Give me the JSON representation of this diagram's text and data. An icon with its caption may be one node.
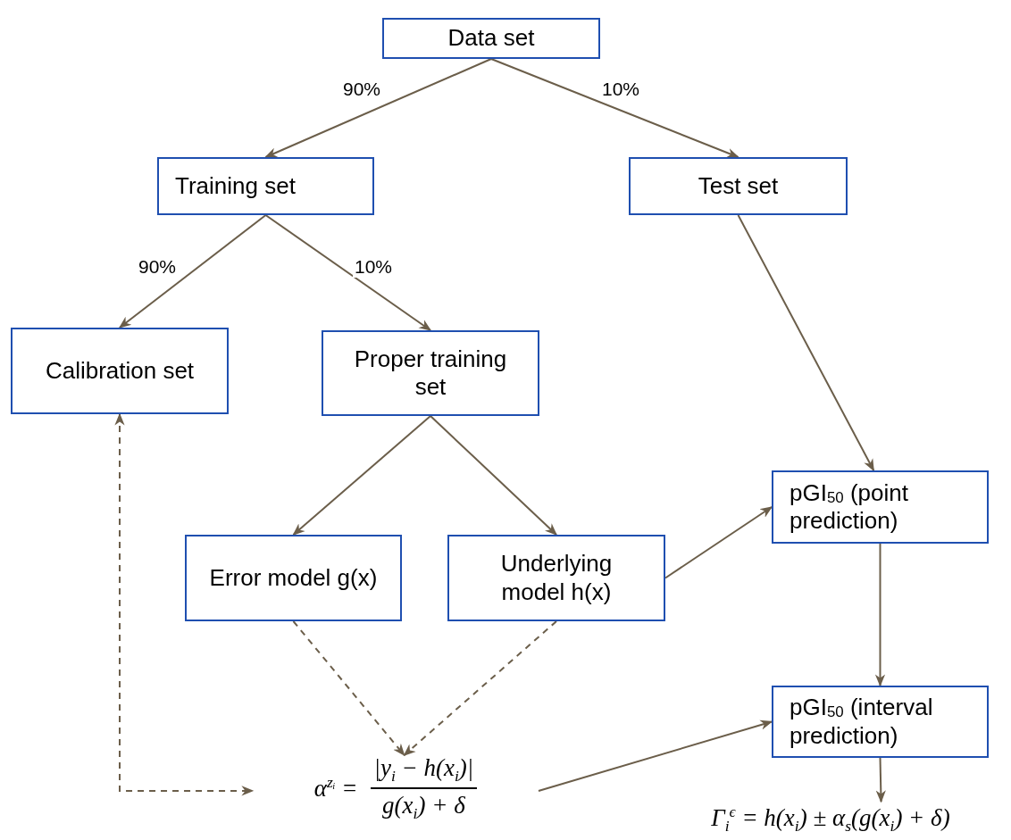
{
  "diagram": {
    "nodes": [
      {
        "text": [
          "Data set"
        ]
      },
      {
        "text": [
          "Training set"
        ]
      },
      {
        "text": [
          "Test set"
        ]
      },
      {
        "text": [
          "Calibration set"
        ]
      },
      {
        "text": [
          "Proper training set"
        ]
      },
      {
        "text": [
          "Error model g(x)"
        ]
      },
      {
        "text": [
          "Underlying model h(x)"
        ]
      },
      {
        "text": [
          "pGI$_{50}$ (point prediction)"
        ]
      },
      {
        "text": [
          "pGI$_{50}$ (interval prediction)"
        ]
      },
      {
        "text": [
          "α$^{zᵢ}$ =",
          "|y$_{i}$ − h(x$_{i}$)|",
          "g(x$_{i}$) + δ"
        ]
      },
      {
        "text": [
          "Γ$_{i}$$^{ϵ}$ = h(x$_{i}$) ± α$_{s}$(g(x$_{i}$) + δ)"
        ]
      }
    ],
    "edges": [
      {
        "from": 0,
        "to": 1,
        "arrow": "to",
        "label": "90%"
      },
      {
        "from": 0,
        "to": 2,
        "arrow": "to",
        "label": "10%"
      },
      {
        "from": 1,
        "to": 3,
        "arrow": "to",
        "label": "90%"
      },
      {
        "from": 1,
        "to": 4,
        "arrow": "to",
        "label": "10%"
      },
      {
        "from": 2,
        "to": 7,
        "arrow": "to"
      },
      {
        "from": 4,
        "to": 5,
        "arrow": "to"
      },
      {
        "from": 4,
        "to": 6,
        "arrow": "to"
      },
      {
        "from": 6,
        "to": 7,
        "arrow": "to"
      },
      {
        "from": 7,
        "to": 8,
        "arrow": "to"
      },
      {
        "from": 5,
        "to": 9,
        "arrow": "to",
        "style": "dashed"
      },
      {
        "from": 6,
        "to": 9,
        "arrow": "to",
        "style": "dashed"
      },
      {
        "from": 3,
        "to": 9,
        "arrow": "both",
        "style": "dashed"
      },
      {
        "from": 9,
        "to": 8,
        "arrow": "to"
      },
      {
        "from": 8,
        "to": 10,
        "arrow": "to"
      }
    ]
  }
}
